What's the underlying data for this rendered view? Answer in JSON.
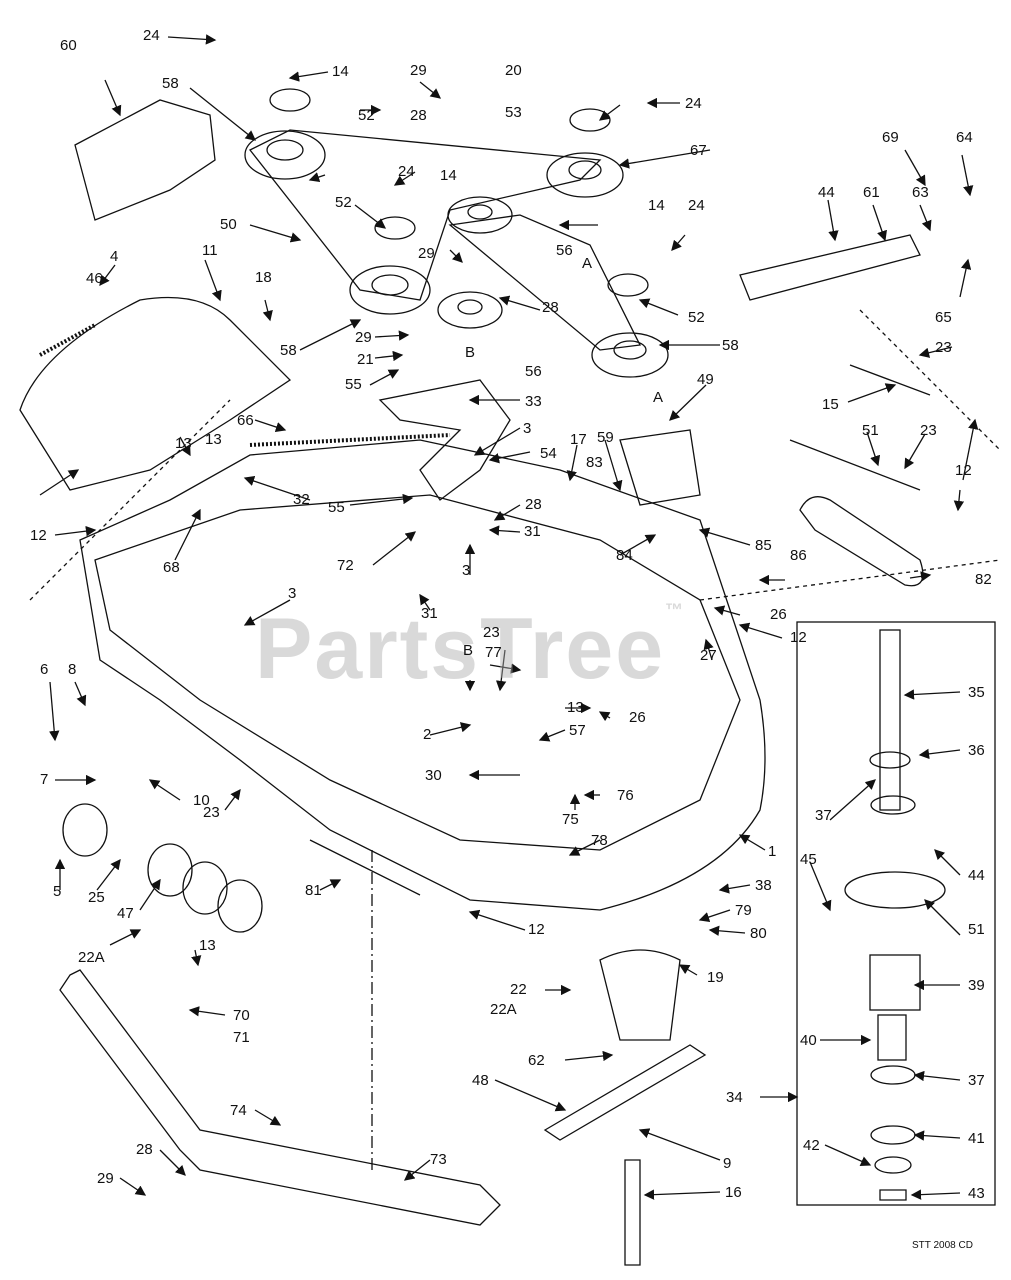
{
  "watermark": {
    "text": "PartsTree",
    "mark": "™"
  },
  "drawing_code": "STT 2008 CD",
  "callouts": [
    {
      "id": "c1",
      "text": "24"
    },
    {
      "id": "c2",
      "text": "60"
    },
    {
      "id": "c3",
      "text": "14"
    },
    {
      "id": "c4",
      "text": "29"
    },
    {
      "id": "c5",
      "text": "20"
    },
    {
      "id": "c6",
      "text": "58"
    },
    {
      "id": "c7",
      "text": "52"
    },
    {
      "id": "c8",
      "text": "28"
    },
    {
      "id": "c9",
      "text": "53"
    },
    {
      "id": "c10",
      "text": "24"
    },
    {
      "id": "c11",
      "text": "67"
    },
    {
      "id": "c12",
      "text": "69"
    },
    {
      "id": "c13",
      "text": "64"
    },
    {
      "id": "c14",
      "text": "24"
    },
    {
      "id": "c15",
      "text": "14"
    },
    {
      "id": "c16",
      "text": "14"
    },
    {
      "id": "c17",
      "text": "24"
    },
    {
      "id": "c18",
      "text": "44"
    },
    {
      "id": "c19",
      "text": "61"
    },
    {
      "id": "c20",
      "text": "63"
    },
    {
      "id": "c21",
      "text": "52"
    },
    {
      "id": "c22",
      "text": "50"
    },
    {
      "id": "c23",
      "text": "56"
    },
    {
      "id": "c24",
      "text": "A"
    },
    {
      "id": "c25",
      "text": "4"
    },
    {
      "id": "c26",
      "text": "29"
    },
    {
      "id": "c27",
      "text": "28"
    },
    {
      "id": "c28",
      "text": "52"
    },
    {
      "id": "c29",
      "text": "65"
    },
    {
      "id": "c30",
      "text": "11"
    },
    {
      "id": "c31",
      "text": "46"
    },
    {
      "id": "c32",
      "text": "18"
    },
    {
      "id": "c33",
      "text": "58"
    },
    {
      "id": "c34",
      "text": "29"
    },
    {
      "id": "c35",
      "text": "B"
    },
    {
      "id": "c36",
      "text": "56"
    },
    {
      "id": "c37",
      "text": "58"
    },
    {
      "id": "c38",
      "text": "21"
    },
    {
      "id": "c39",
      "text": "55"
    },
    {
      "id": "c40",
      "text": "23"
    },
    {
      "id": "c41",
      "text": "33"
    },
    {
      "id": "c42",
      "text": "A"
    },
    {
      "id": "c43",
      "text": "49"
    },
    {
      "id": "c44",
      "text": "15"
    },
    {
      "id": "c45",
      "text": "66"
    },
    {
      "id": "c46",
      "text": "3"
    },
    {
      "id": "c47",
      "text": "13"
    },
    {
      "id": "c48",
      "text": "54"
    },
    {
      "id": "c49",
      "text": "59"
    },
    {
      "id": "c50",
      "text": "17"
    },
    {
      "id": "c51",
      "text": "83"
    },
    {
      "id": "c52",
      "text": "51"
    },
    {
      "id": "c53",
      "text": "23"
    },
    {
      "id": "c54",
      "text": "12"
    },
    {
      "id": "c55",
      "text": "13"
    },
    {
      "id": "c56",
      "text": "32"
    },
    {
      "id": "c57",
      "text": "55"
    },
    {
      "id": "c58",
      "text": "28"
    },
    {
      "id": "c59",
      "text": "31"
    },
    {
      "id": "c60",
      "text": "12"
    },
    {
      "id": "c61",
      "text": "68"
    },
    {
      "id": "c62",
      "text": "72"
    },
    {
      "id": "c63",
      "text": "3"
    },
    {
      "id": "c64",
      "text": "84"
    },
    {
      "id": "c65",
      "text": "85"
    },
    {
      "id": "c66",
      "text": "86"
    },
    {
      "id": "c67",
      "text": "82"
    },
    {
      "id": "c68",
      "text": "3"
    },
    {
      "id": "c69",
      "text": "31"
    },
    {
      "id": "c70",
      "text": "26"
    },
    {
      "id": "c71",
      "text": "12"
    },
    {
      "id": "c72",
      "text": "27"
    },
    {
      "id": "c73",
      "text": "23"
    },
    {
      "id": "c74",
      "text": "B"
    },
    {
      "id": "c75",
      "text": "77"
    },
    {
      "id": "c76",
      "text": "35"
    },
    {
      "id": "c77",
      "text": "6"
    },
    {
      "id": "c78",
      "text": "8"
    },
    {
      "id": "c79",
      "text": "13"
    },
    {
      "id": "c80",
      "text": "26"
    },
    {
      "id": "c81",
      "text": "2"
    },
    {
      "id": "c82",
      "text": "57"
    },
    {
      "id": "c83",
      "text": "36"
    },
    {
      "id": "c84",
      "text": "7"
    },
    {
      "id": "c85",
      "text": "10"
    },
    {
      "id": "c86",
      "text": "23"
    },
    {
      "id": "c87",
      "text": "30"
    },
    {
      "id": "c88",
      "text": "75"
    },
    {
      "id": "c89",
      "text": "76"
    },
    {
      "id": "c90",
      "text": "37"
    },
    {
      "id": "c91",
      "text": "44"
    },
    {
      "id": "c92",
      "text": "45"
    },
    {
      "id": "c93",
      "text": "78"
    },
    {
      "id": "c94",
      "text": "1"
    },
    {
      "id": "c95",
      "text": "5"
    },
    {
      "id": "c96",
      "text": "25"
    },
    {
      "id": "c97",
      "text": "47"
    },
    {
      "id": "c98",
      "text": "51"
    },
    {
      "id": "c99",
      "text": "81"
    },
    {
      "id": "c100",
      "text": "38"
    },
    {
      "id": "c101",
      "text": "12"
    },
    {
      "id": "c102",
      "text": "79"
    },
    {
      "id": "c103",
      "text": "80"
    },
    {
      "id": "c104",
      "text": "22A"
    },
    {
      "id": "c105",
      "text": "13"
    },
    {
      "id": "c106",
      "text": "19"
    },
    {
      "id": "c107",
      "text": "39"
    },
    {
      "id": "c108",
      "text": "22"
    },
    {
      "id": "c109",
      "text": "22A"
    },
    {
      "id": "c110",
      "text": "70"
    },
    {
      "id": "c111",
      "text": "71"
    },
    {
      "id": "c112",
      "text": "62"
    },
    {
      "id": "c113",
      "text": "40"
    },
    {
      "id": "c114",
      "text": "48"
    },
    {
      "id": "c115",
      "text": "37"
    },
    {
      "id": "c116",
      "text": "34"
    },
    {
      "id": "c117",
      "text": "74"
    },
    {
      "id": "c118",
      "text": "41"
    },
    {
      "id": "c119",
      "text": "9"
    },
    {
      "id": "c120",
      "text": "28"
    },
    {
      "id": "c121",
      "text": "42"
    },
    {
      "id": "c122",
      "text": "29"
    },
    {
      "id": "c123",
      "text": "73"
    },
    {
      "id": "c124",
      "text": "16"
    },
    {
      "id": "c125",
      "text": "43"
    }
  ]
}
